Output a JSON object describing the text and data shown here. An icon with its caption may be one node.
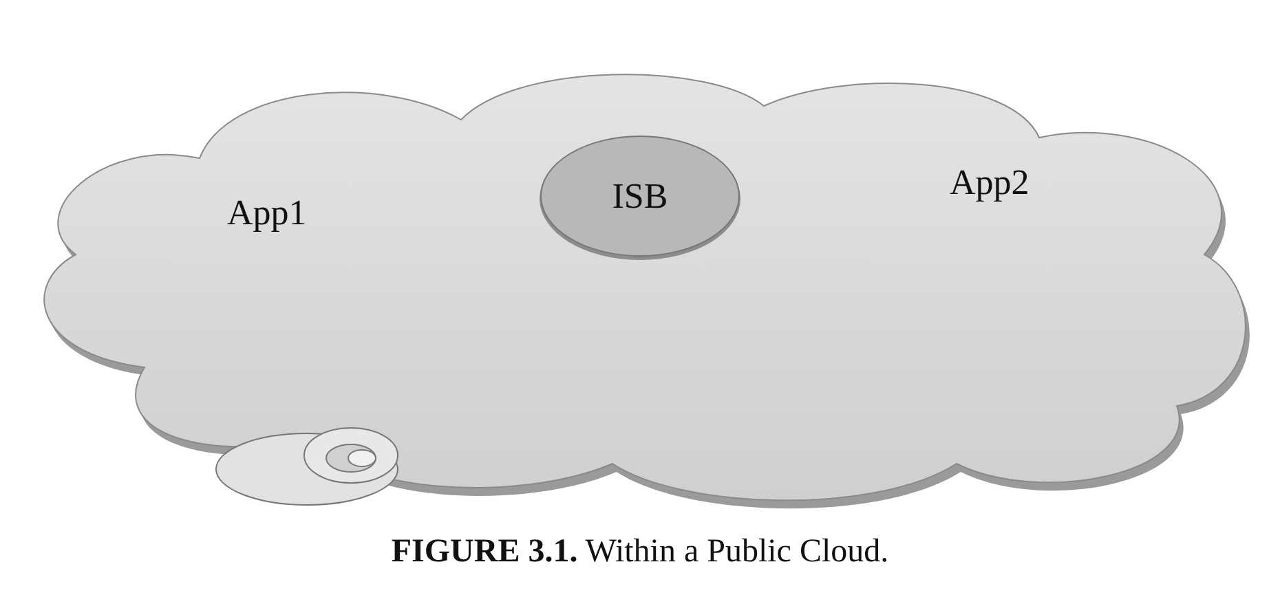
{
  "diagram": {
    "caption": "**FIGURE 3.1.** Within a Public Cloud.",
    "nodes": [
      {
        "text": [],
        "shape": "cloud"
      },
      {
        "text": [
          "ISB"
        ],
        "in": 0
      }
    ],
    "labels": [
      "App1",
      "App2"
    ]
  }
}
